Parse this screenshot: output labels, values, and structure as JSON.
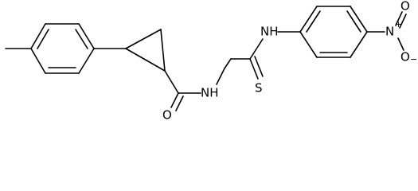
{
  "diagram": {
    "type": "chemical-structure",
    "atom_labels": {
      "amide_nh": "NH",
      "hydrazide_nh": "NH",
      "carbonyl_o": "O",
      "thione_s": "S",
      "aryl_nh": "NH",
      "nitro_n": "N",
      "nitro_n_charge": "+",
      "nitro_o_top": "O",
      "nitro_o_bottom": "O",
      "nitro_o_charge": "−"
    }
  }
}
